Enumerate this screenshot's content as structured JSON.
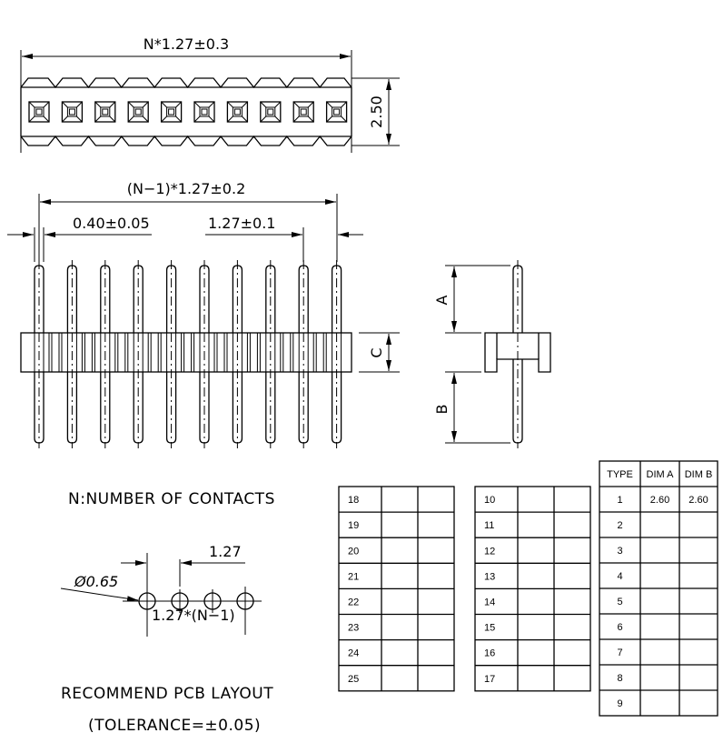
{
  "dimensions": {
    "overall_length": "N*1.27±0.3",
    "body_width": "2.50",
    "pin_span": "(N−1)*1.27±0.2",
    "pin_width": "0.40±0.05",
    "pitch": "1.27±0.1",
    "dim_c": "C",
    "dim_a": "A",
    "dim_b": "B"
  },
  "pin_count_drawn": 10,
  "notes": {
    "n_definition": "N:NUMBER OF CONTACTS",
    "pcb_title": "RECOMMEND PCB LAYOUT",
    "tolerance": "(TOLERANCE=±0.05)"
  },
  "pcb_layout": {
    "hole_diameter": "Ø0.65",
    "pitch": "1.27",
    "span": "1.27*(N−1)",
    "holes_drawn": 4
  },
  "table_left": {
    "rows": [
      "18",
      "19",
      "20",
      "21",
      "22",
      "23",
      "24",
      "25"
    ]
  },
  "table_middle": {
    "rows": [
      "10",
      "11",
      "12",
      "13",
      "14",
      "15",
      "16",
      "17"
    ]
  },
  "type_table": {
    "headers": [
      "TYPE",
      "DIM  A",
      "DIM  B"
    ],
    "rows": [
      [
        "1",
        "2.60",
        "2.60"
      ],
      [
        "2",
        "",
        ""
      ],
      [
        "3",
        "",
        ""
      ],
      [
        "4",
        "",
        ""
      ],
      [
        "5",
        "",
        ""
      ],
      [
        "6",
        "",
        ""
      ],
      [
        "7",
        "",
        ""
      ],
      [
        "8",
        "",
        ""
      ],
      [
        "9",
        "",
        ""
      ]
    ]
  }
}
